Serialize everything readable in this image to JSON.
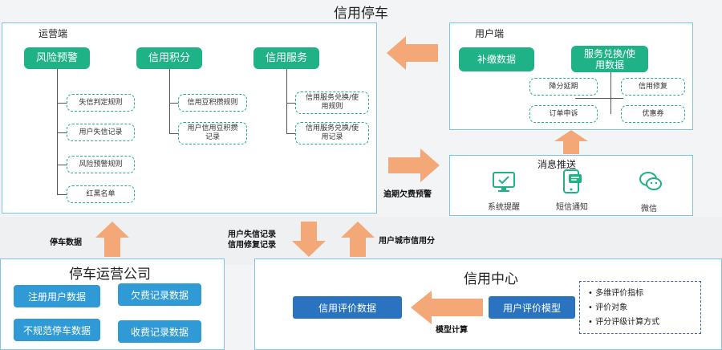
{
  "title": "信用停车",
  "operator": {
    "label": "运营端",
    "risk": {
      "title": "风险预警",
      "items": [
        "失信判定规则",
        "用户失信记录",
        "风险预警规则",
        "红黑名单"
      ]
    },
    "points": {
      "title": "信用积分",
      "items": [
        "信用豆积攒规则",
        "用户信用豆积攒\n记录"
      ]
    },
    "service": {
      "title": "信用服务",
      "items": [
        "信用服务兑换/使\n用规则",
        "信用服务兑换/使\n用记录"
      ]
    }
  },
  "user": {
    "label": "用户端",
    "repay": "补缴数据",
    "exchange": "服务兑换/使\n用数据",
    "sub_items": [
      "降分延期",
      "信用修复",
      "订单申诉",
      "优惠券"
    ]
  },
  "push": {
    "title": "消息推送",
    "items": [
      {
        "label": "系统提醒",
        "icon": "monitor-check-icon"
      },
      {
        "label": "短信通知",
        "icon": "phone-message-icon"
      },
      {
        "label": "微信",
        "icon": "wechat-icon"
      }
    ]
  },
  "arrows": {
    "overdue": "逾期欠费预警",
    "parking_data": "停车数据",
    "user_records": "用户失信记录\n信用修复记录",
    "city_score": "用户城市信用分",
    "model_calc": "模型计算"
  },
  "company": {
    "title": "停车运营公司",
    "buttons": [
      "注册用户数据",
      "欠费记录数据",
      "不规范停车数据",
      "收费记录数据"
    ]
  },
  "credit_center": {
    "title": "信用中心",
    "eval_data": "信用评价数据",
    "eval_model": "用户评价模型",
    "bullets": [
      "多维评价指标",
      "评价对象",
      "评分评级计算方式"
    ]
  },
  "colors": {
    "green": "#1fb287",
    "blue": "#2f9ad6",
    "dark_blue": "#2a73c0",
    "arrow": "#f4a777",
    "border": "#7ec4e6"
  }
}
